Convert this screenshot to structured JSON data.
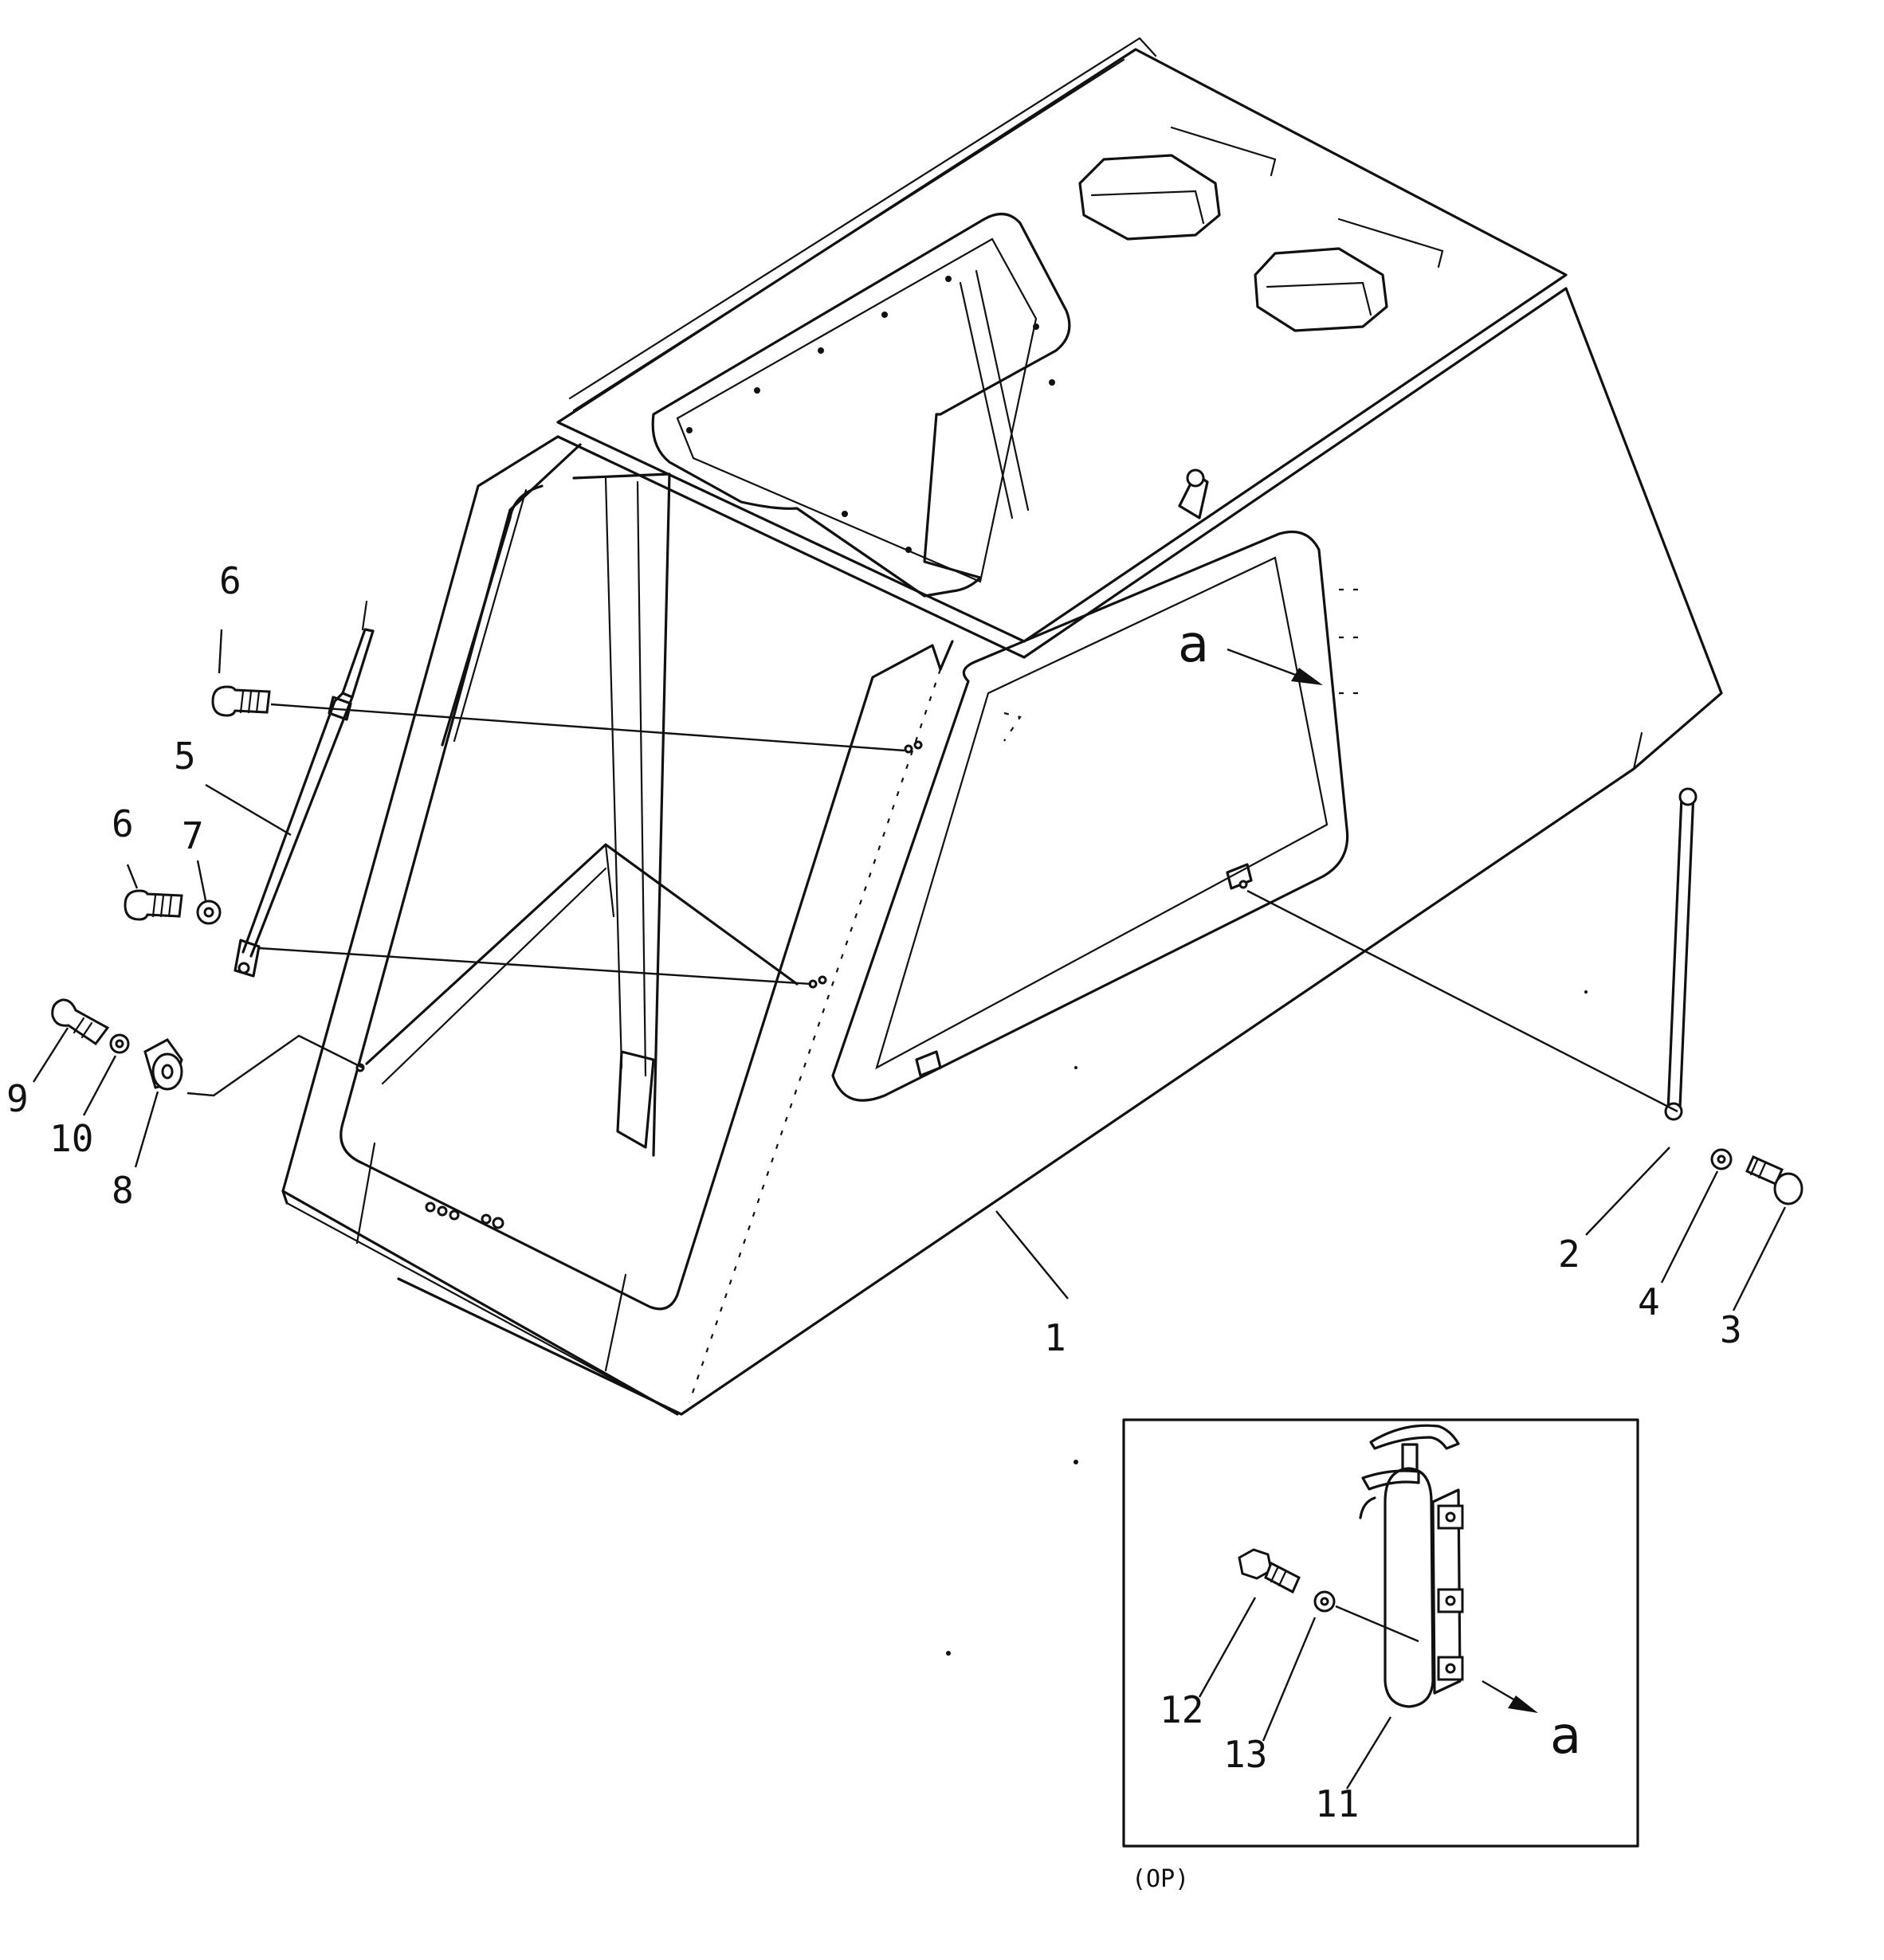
{
  "diagram": {
    "callouts": {
      "c1": "1",
      "c2": "2",
      "c3": "3",
      "c4": "4",
      "c5": "5",
      "c6_upper": "6",
      "c6_lower": "6",
      "c7": "7",
      "c8": "8",
      "c9": "9",
      "c10": "10",
      "c11": "11",
      "c12": "12",
      "c13": "13"
    },
    "view_marker": "a",
    "inset": {
      "view_marker": "a",
      "caption": "(OP)"
    }
  }
}
